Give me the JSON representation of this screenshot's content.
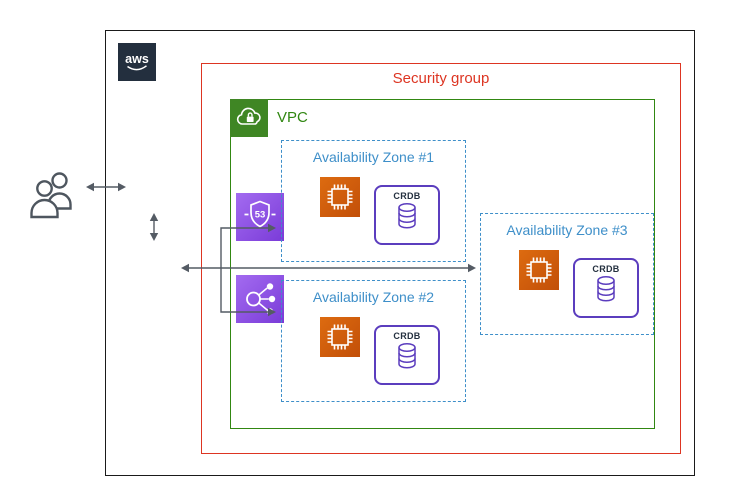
{
  "diagram": {
    "aws_logo_text": "aws",
    "security_group_label": "Security group",
    "vpc_label": "VPC",
    "route53_badge": "53",
    "zones": [
      {
        "label": "Availability Zone #1",
        "db": "CRDB"
      },
      {
        "label": "Availability Zone #2",
        "db": "CRDB"
      },
      {
        "label": "Availability Zone #3",
        "db": "CRDB"
      }
    ]
  },
  "icons": {
    "aws_logo": "aws-logo-icon",
    "users": "users-icon",
    "route53": "route53-shield-icon",
    "load_balancer": "elastic-load-balancer-icon",
    "vpc": "vpc-cloud-lock-icon",
    "ec2": "ec2-instance-icon",
    "database": "database-cylinder-icon"
  },
  "colors": {
    "aws_navy": "#232F3E",
    "security_group_red": "#DD3522",
    "vpc_green": "#318712",
    "az_blue": "#3E8FC9",
    "ec2_orange": "#D45B07",
    "network_purple": "#8C4FFF",
    "crdb_purple": "#5B3DBE",
    "arrow_gray": "#545B64"
  }
}
